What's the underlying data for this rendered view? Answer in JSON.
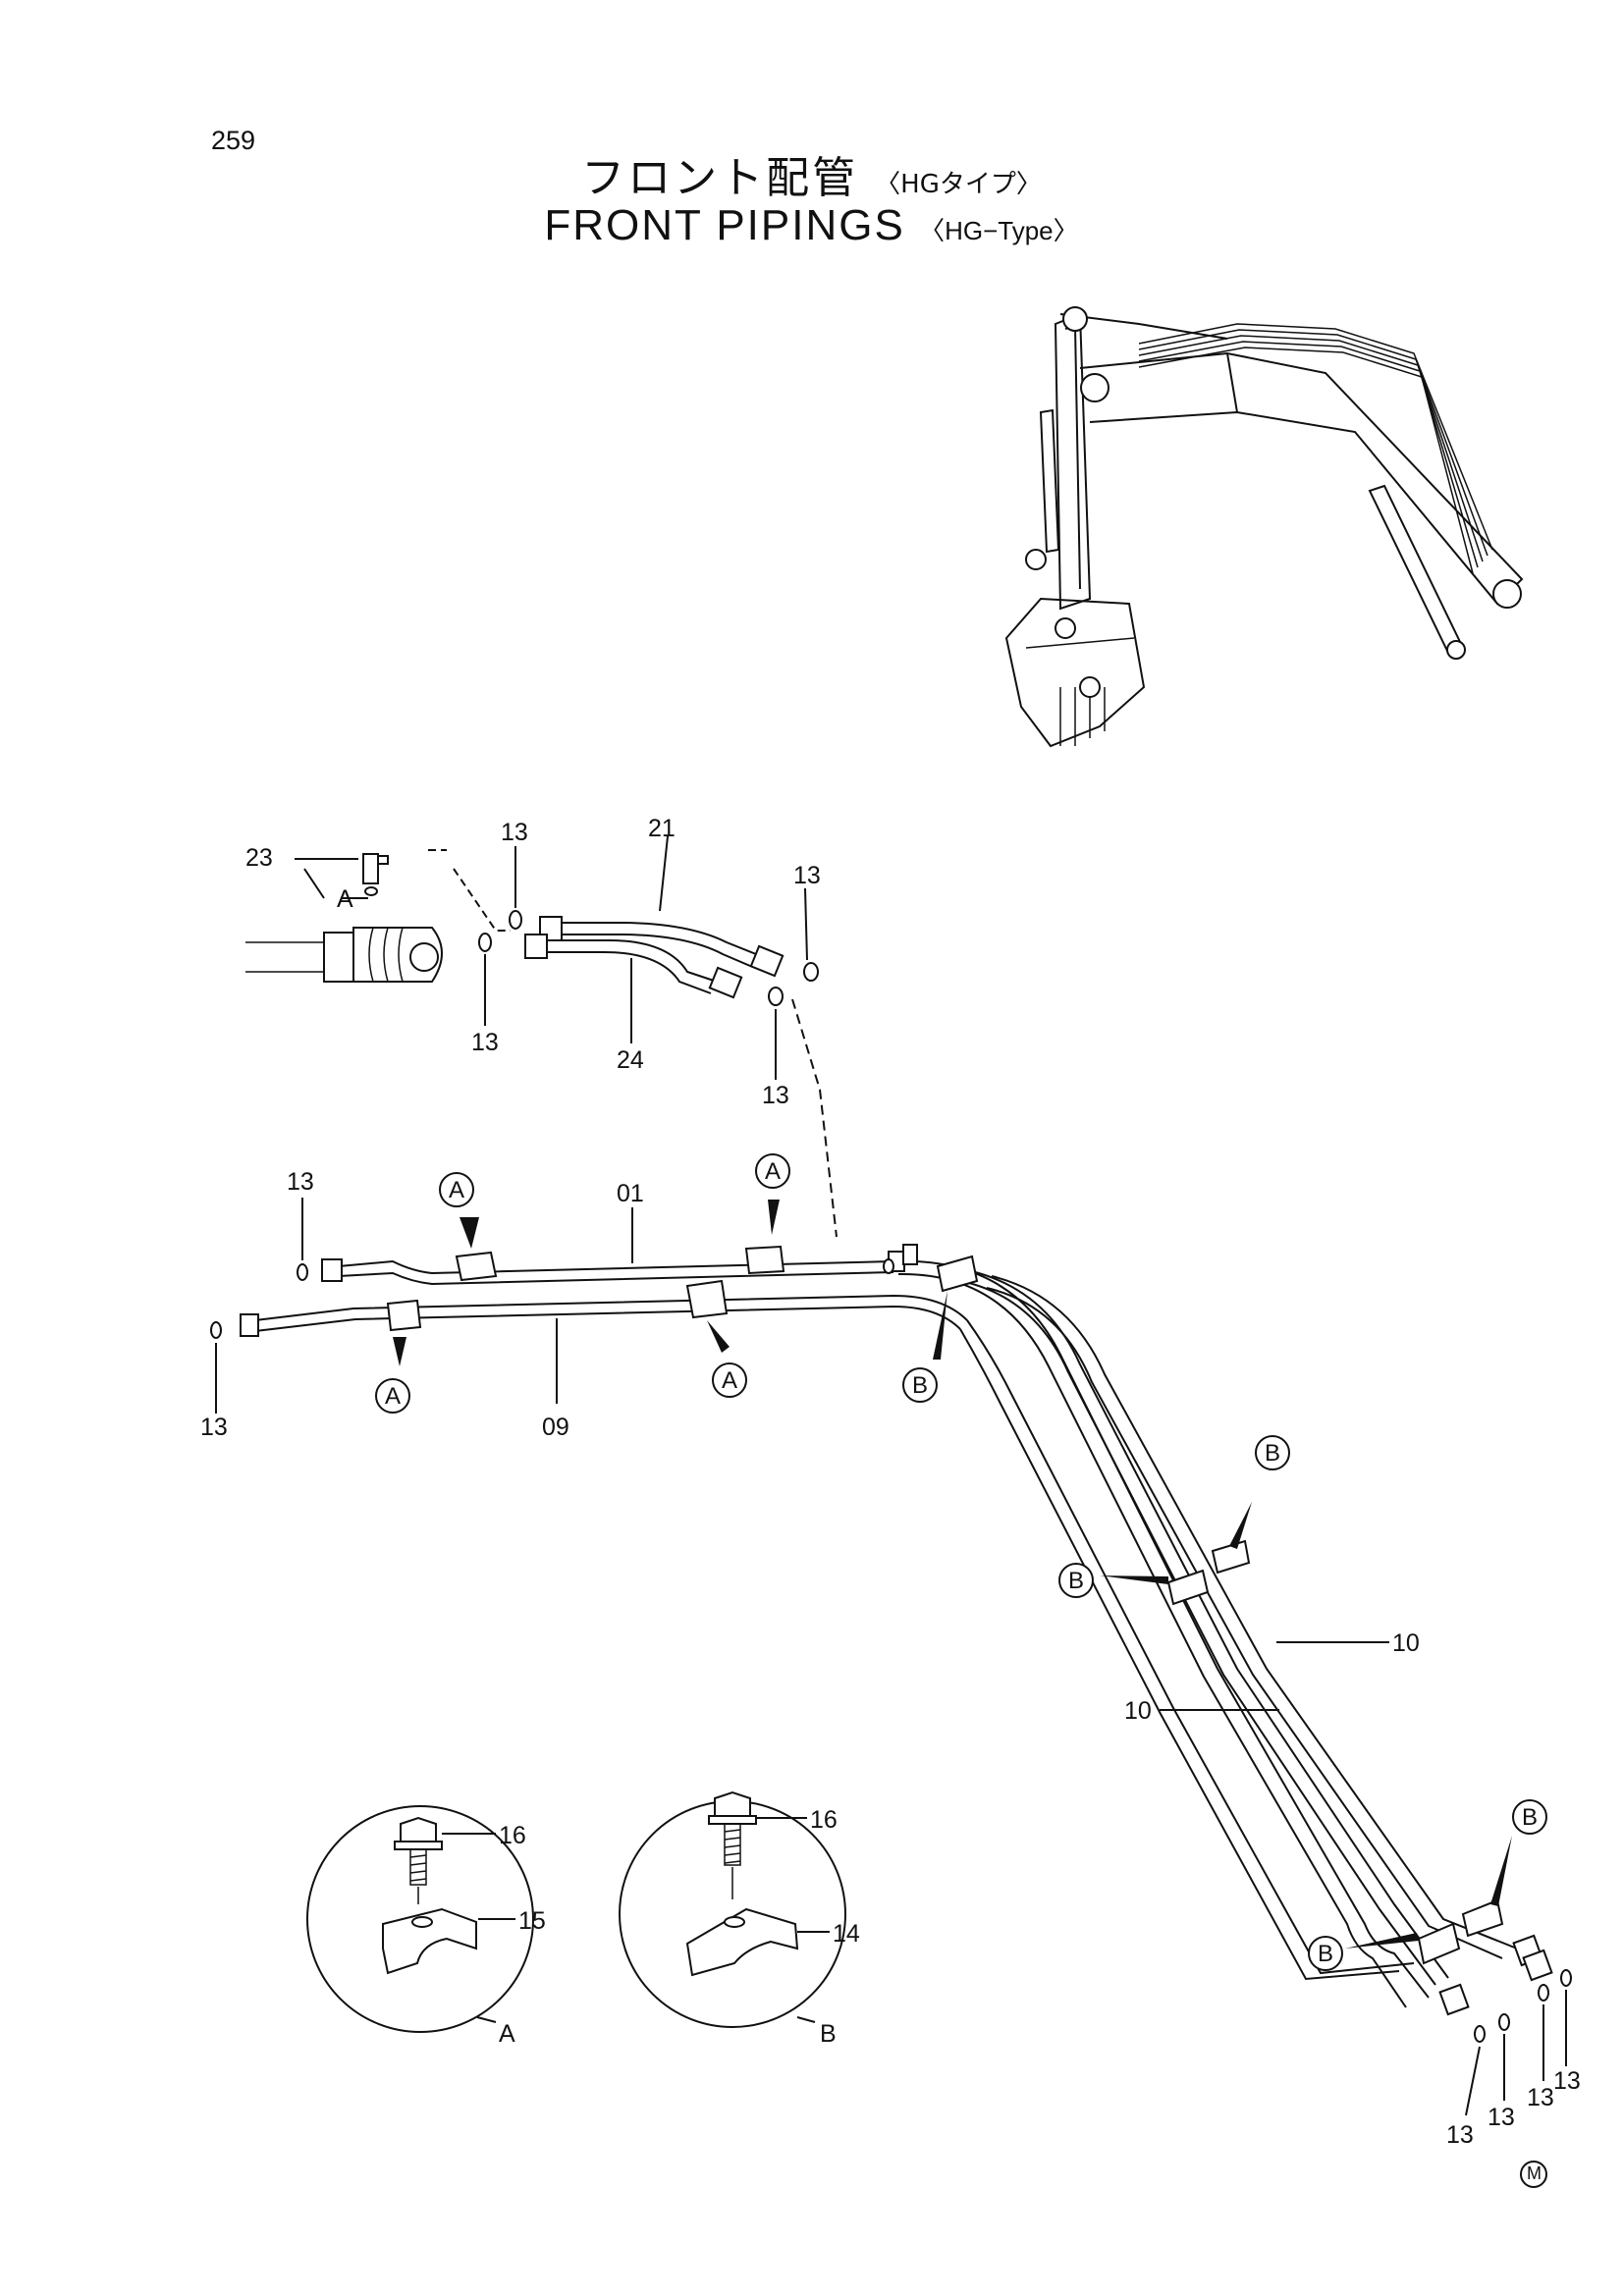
{
  "page_number": "259",
  "title_jp": "フロント配管",
  "title_jp_sub": "〈HGタイプ〉",
  "title_en": "FRONT  PIPINGS",
  "title_en_sub": "〈HG−Type〉",
  "callouts": {
    "p01": "01",
    "p09": "09",
    "p10a": "10",
    "p10b": "10",
    "p13": "13",
    "p14": "14",
    "p15": "15",
    "p16": "16",
    "p21": "21",
    "p23": "23",
    "p24": "24"
  },
  "clamp_refs": {
    "a": "A",
    "b": "B"
  },
  "detail_labels": {
    "a": "A",
    "b": "B"
  },
  "footer_mark": "M"
}
